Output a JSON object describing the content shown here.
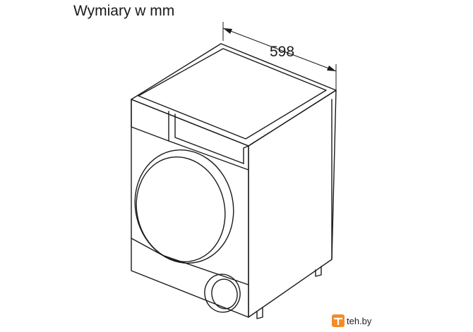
{
  "title": "Wymiary w mm",
  "dimensions": {
    "width_label": "598"
  },
  "watermark": {
    "text": "teh.by",
    "icon": "tech-logo-icon",
    "accent_color": "#f28c28"
  }
}
